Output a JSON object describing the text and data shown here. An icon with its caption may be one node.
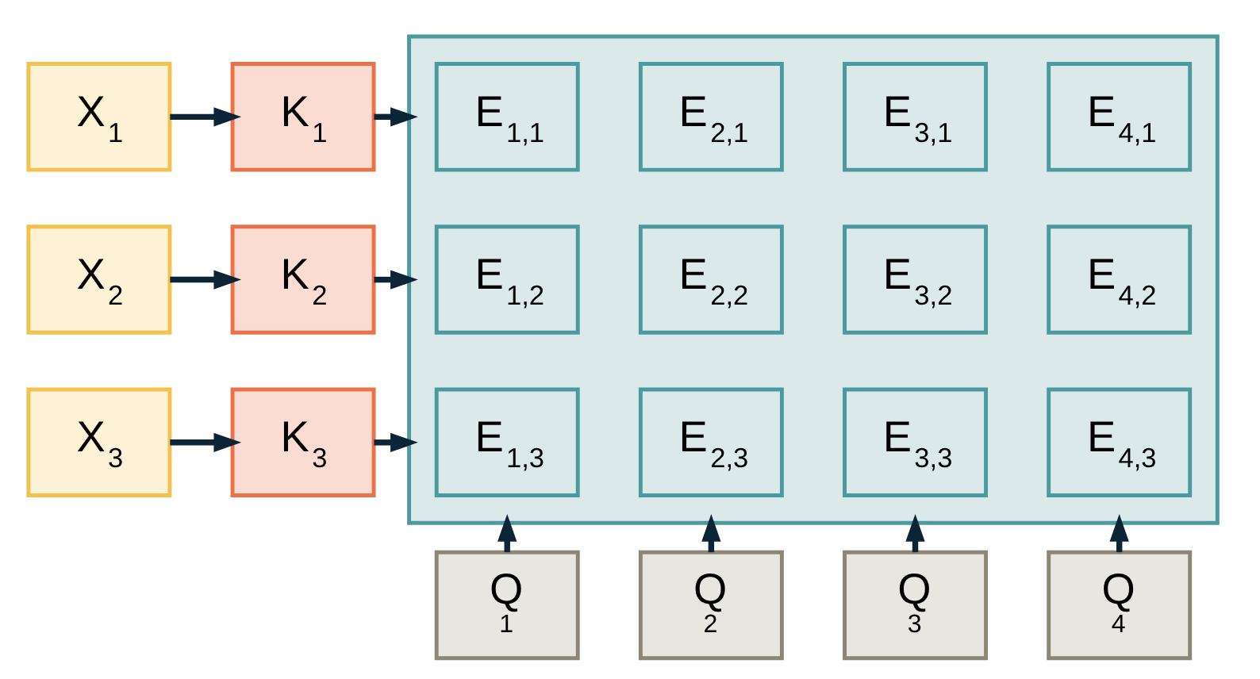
{
  "diagram": {
    "nodes": [
      {
        "text": [
          "X$_{1}$"
        ]
      },
      {
        "text": [
          "X$_{2}$"
        ]
      },
      {
        "text": [
          "X$_{3}$"
        ]
      },
      {
        "text": [
          "K$_{1}$"
        ]
      },
      {
        "text": [
          "K$_{2}$"
        ]
      },
      {
        "text": [
          "K$_{3}$"
        ]
      },
      {
        "text": [],
        "shape": "box"
      },
      {
        "text": [
          "E$_{1,1}$"
        ],
        "in": 6
      },
      {
        "text": [
          "E$_{2,1}$"
        ],
        "in": 6
      },
      {
        "text": [
          "E$_{3,1}$"
        ],
        "in": 6
      },
      {
        "text": [
          "E$_{4,1}$"
        ],
        "in": 6
      },
      {
        "text": [
          "E$_{1,2}$"
        ],
        "in": 6
      },
      {
        "text": [
          "E$_{2,2}$"
        ],
        "in": 6
      },
      {
        "text": [
          "E$_{3,2}$"
        ],
        "in": 6
      },
      {
        "text": [
          "E$_{4,2}$"
        ],
        "in": 6
      },
      {
        "text": [
          "E$_{1,3}$"
        ],
        "in": 6
      },
      {
        "text": [
          "E$_{2,3}$"
        ],
        "in": 6
      },
      {
        "text": [
          "E$_{3,3}$"
        ],
        "in": 6
      },
      {
        "text": [
          "E$_{4,3}$"
        ],
        "in": 6
      },
      {
        "text": [
          "Q",
          "1"
        ]
      },
      {
        "text": [
          "Q",
          "2"
        ]
      },
      {
        "text": [
          "Q",
          "3"
        ]
      },
      {
        "text": [
          "Q",
          "4"
        ]
      }
    ],
    "edges": [
      {
        "from": 0,
        "to": 3,
        "arrow": "to"
      },
      {
        "from": 1,
        "to": 4,
        "arrow": "to"
      },
      {
        "from": 2,
        "to": 5,
        "arrow": "to"
      },
      {
        "from": 3,
        "to": 6,
        "arrow": "to"
      },
      {
        "from": 4,
        "to": 6,
        "arrow": "to"
      },
      {
        "from": 5,
        "to": 6,
        "arrow": "to"
      },
      {
        "from": 19,
        "to": 6,
        "arrow": "to"
      },
      {
        "from": 20,
        "to": 6,
        "arrow": "to"
      },
      {
        "from": 21,
        "to": 6,
        "arrow": "to"
      },
      {
        "from": 22,
        "to": 6,
        "arrow": "to"
      }
    ]
  }
}
